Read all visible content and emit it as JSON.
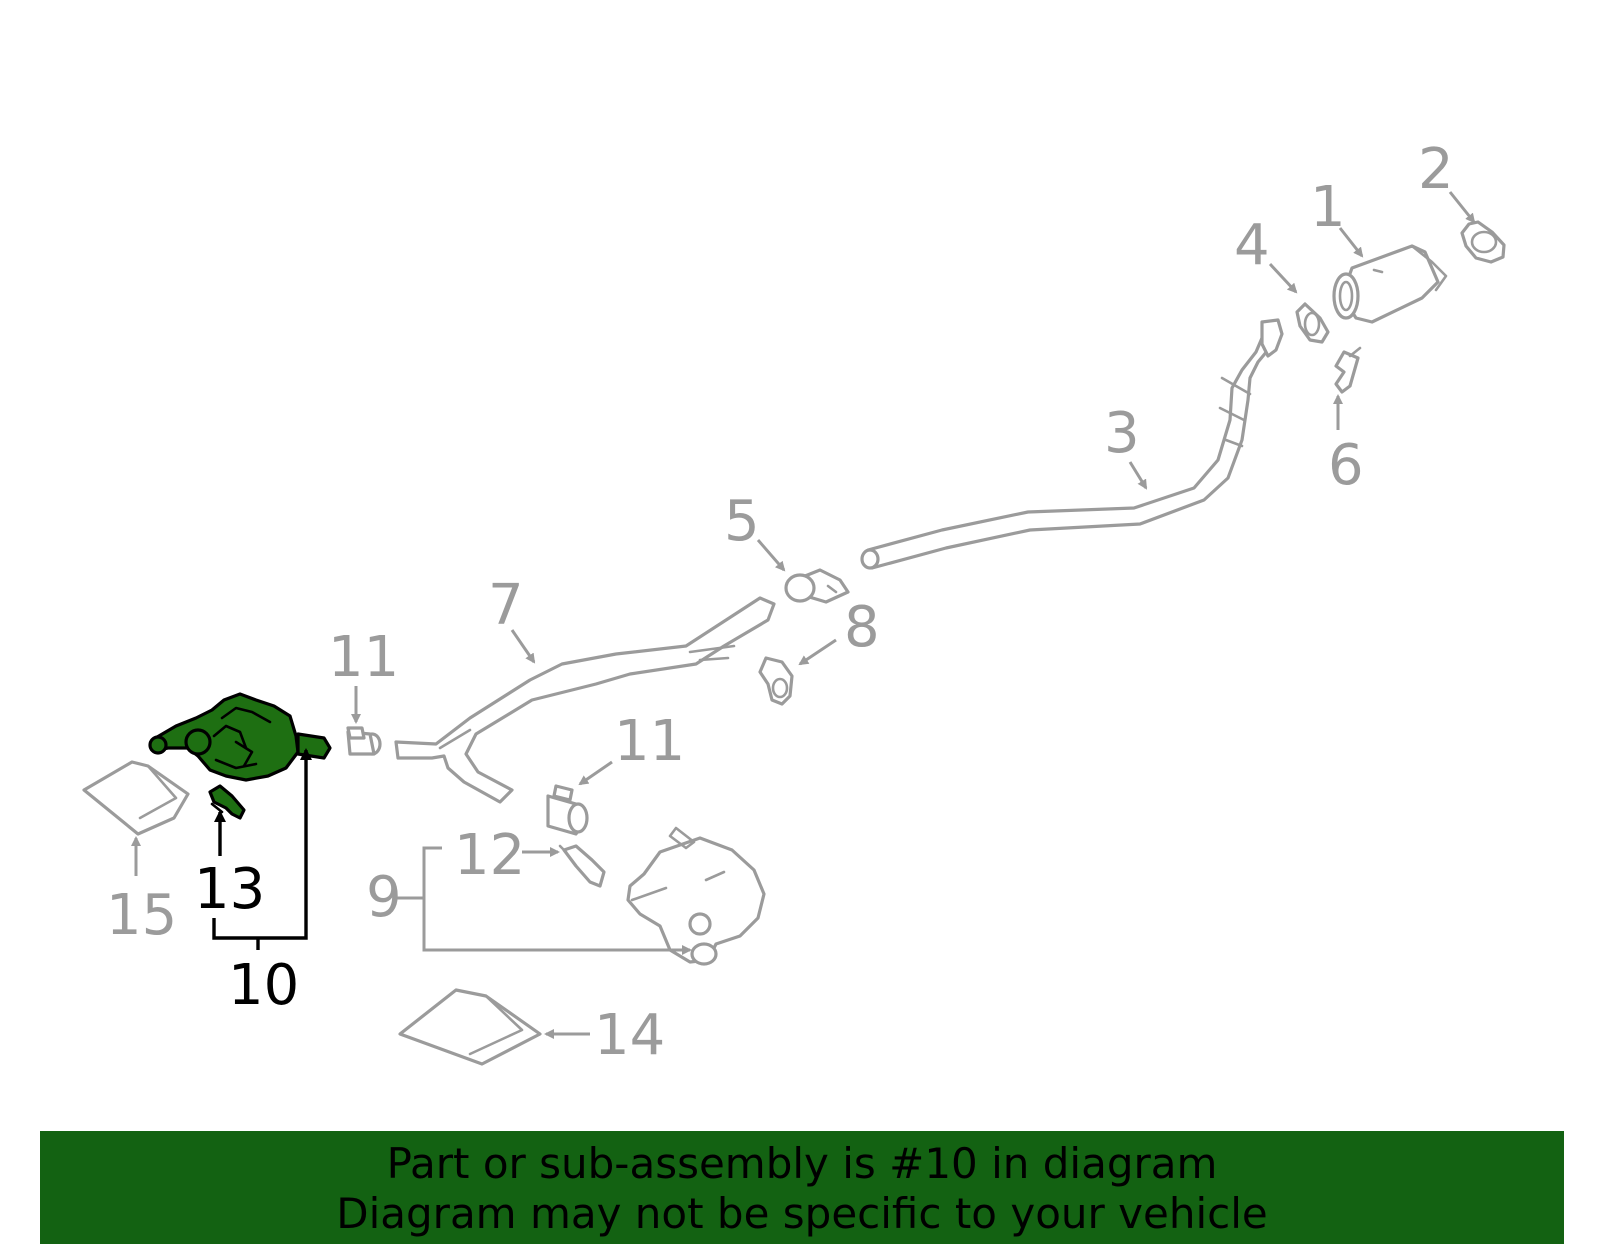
{
  "callouts": {
    "c1": "1",
    "c2": "2",
    "c3": "3",
    "c4": "4",
    "c5": "5",
    "c6": "6",
    "c7": "7",
    "c8": "8",
    "c9": "9",
    "c10": "10",
    "c11a": "11",
    "c11b": "11",
    "c12": "12",
    "c13": "13",
    "c14": "14",
    "c15": "15"
  },
  "highlighted_part": "10",
  "banner": {
    "line1": "Part or sub-assembly is #10 in diagram",
    "line2": "Diagram may not be specific to your vehicle"
  },
  "colors": {
    "highlight_fill": "#1e6f12",
    "banner_bg": "#136212",
    "part_stroke": "#9b9b9b",
    "highlight_stroke": "#000000"
  }
}
